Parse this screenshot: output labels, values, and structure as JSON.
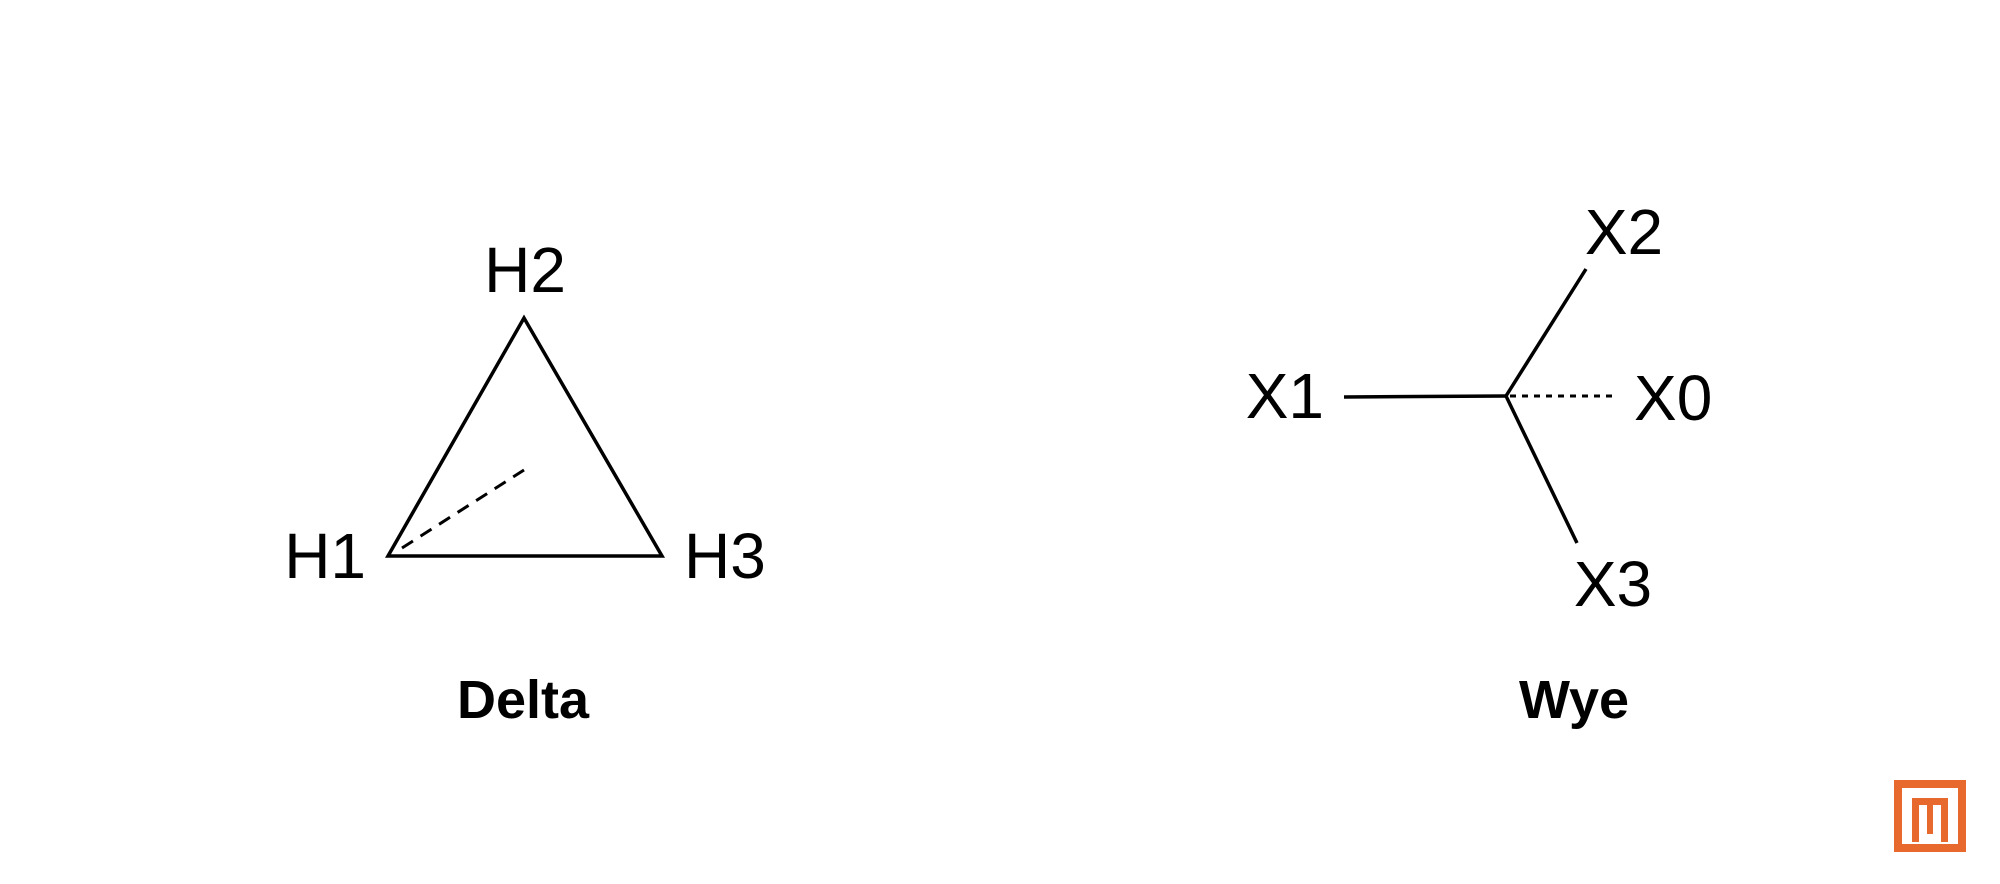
{
  "delta": {
    "caption": "Delta",
    "terminals": {
      "top": "H2",
      "left": "H1",
      "right": "H3"
    }
  },
  "wye": {
    "caption": "Wye",
    "terminals": {
      "top": "X2",
      "left": "X1",
      "right": "X0",
      "bottom": "X3"
    }
  },
  "colors": {
    "line": "#000000",
    "logo": "#E8692E",
    "background": "#ffffff"
  },
  "logo": {
    "icon": "m-logo-icon"
  }
}
